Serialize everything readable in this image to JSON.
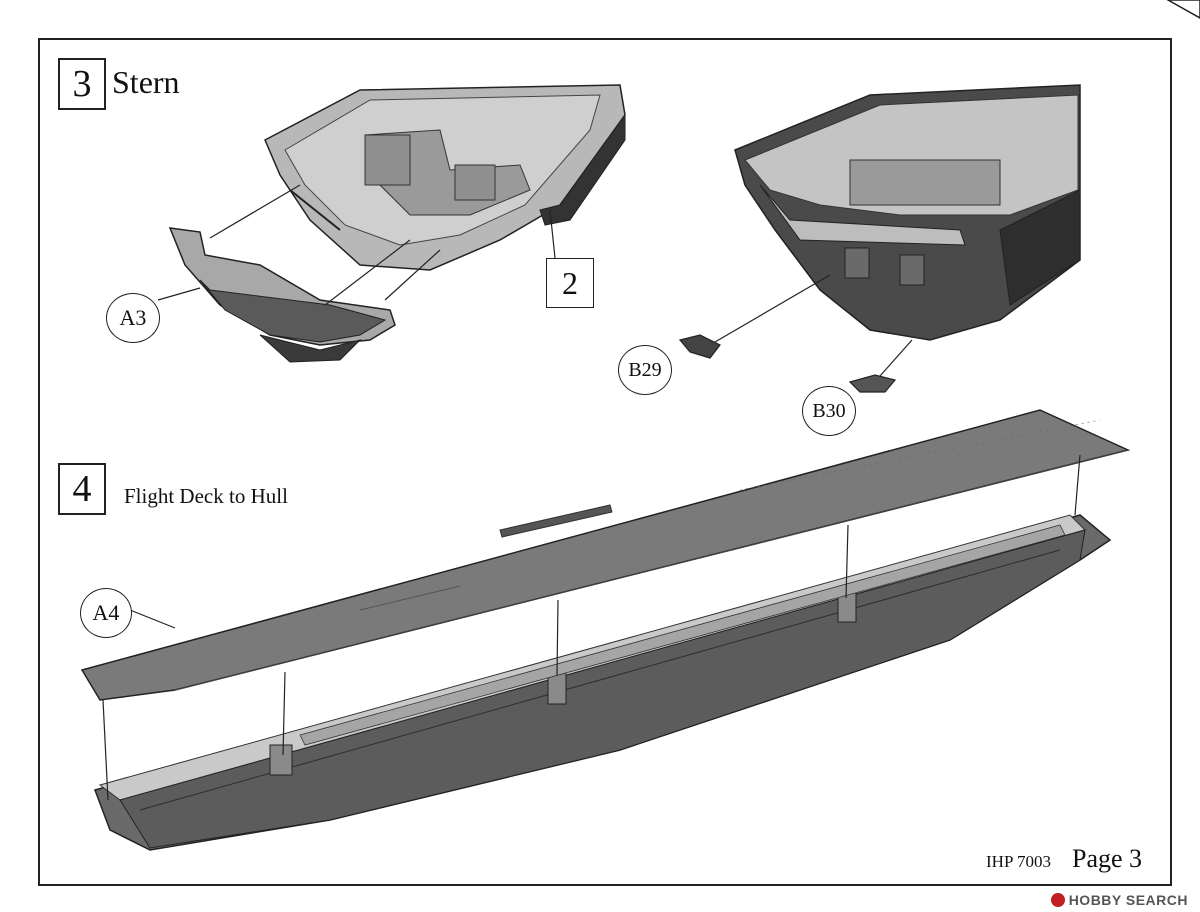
{
  "step3": {
    "number": "3",
    "title": "Stern"
  },
  "step4": {
    "number": "4",
    "title": "Flight Deck to Hull"
  },
  "parts": {
    "a3": "A3",
    "b29": "B29",
    "b30": "B30",
    "a4": "A4",
    "ref2": "2"
  },
  "footer": {
    "code": "IHP 7003",
    "page": "Page 3"
  },
  "watermark": {
    "text": "HOBBY SEARCH"
  },
  "colors": {
    "line": "#222222",
    "part_fill": "#7a7a7a",
    "light_fill": "#b8b8b8",
    "dark_fill": "#3a3a3a"
  }
}
